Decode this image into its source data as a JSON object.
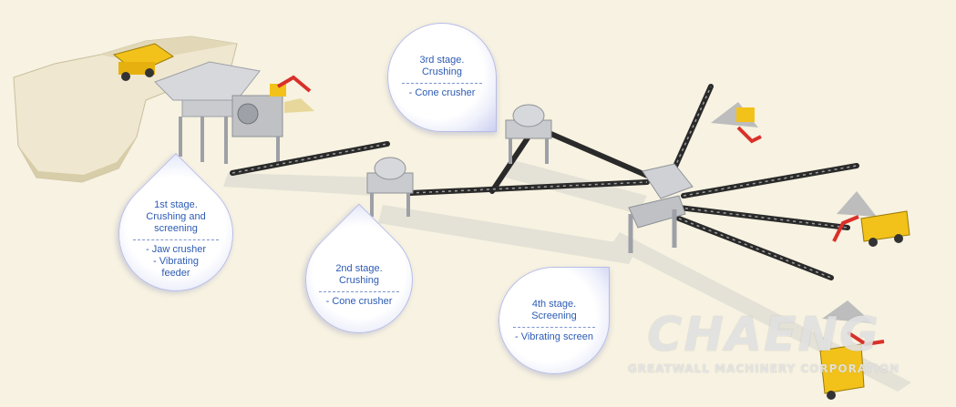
{
  "colors": {
    "background": "#f7f2e1",
    "bubble_text": "#2d5bb4",
    "conveyor": "#2a2a2a",
    "machine": "#c9cbcf",
    "truck": "#f2c21a",
    "excavator": "#d9302a"
  },
  "stages": [
    {
      "title": "1st stage.\nCrushing and\nscreening",
      "equipment": "- Jaw crusher\n- Vibrating\nfeeder"
    },
    {
      "title": "2nd stage.\nCrushing",
      "equipment": "- Cone crusher"
    },
    {
      "title": "3rd stage.\nCrushing",
      "equipment": "- Cone crusher"
    },
    {
      "title": "4th stage.\nScreening",
      "equipment": "- Vibrating screen"
    }
  ],
  "watermark": {
    "brand": "CHAENG",
    "subtitle": "GREATWALL MACHINERY CORPORATION"
  },
  "icons": [
    "quarry-rock-icon",
    "dump-truck-icon",
    "excavator-icon",
    "jaw-crusher-icon",
    "cone-crusher-icon",
    "vibrating-screen-icon",
    "conveyor-belt-icon",
    "stockpile-icon"
  ]
}
